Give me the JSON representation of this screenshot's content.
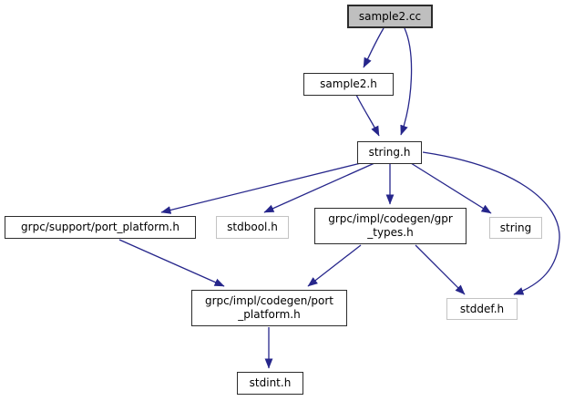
{
  "diagram_type": "include-dependency-graph",
  "colors": {
    "background": "#ffffff",
    "edge": "#26268b",
    "internal_node_border": "#2c2c2c",
    "external_node_border": "#c3c3c3",
    "current_node_fill": "#bfbfbf",
    "text": "#000000"
  },
  "nodes": [
    {
      "id": "sample2cc",
      "label": "sample2.cc",
      "type": "current"
    },
    {
      "id": "sample2h",
      "label": "sample2.h",
      "type": "internal"
    },
    {
      "id": "stringh",
      "label": "string.h",
      "type": "internal"
    },
    {
      "id": "grpc-support-port-platform",
      "label": "grpc/support/port_platform.h",
      "type": "internal"
    },
    {
      "id": "stdbool",
      "label": "stdbool.h",
      "type": "external"
    },
    {
      "id": "gpr-types",
      "label": "grpc/impl/codegen/gpr_types.h",
      "type": "internal",
      "lines": [
        "grpc/impl/codegen/gpr",
        "_types.h"
      ]
    },
    {
      "id": "string",
      "label": "string",
      "type": "external"
    },
    {
      "id": "stddef",
      "label": "stddef.h",
      "type": "external"
    },
    {
      "id": "codegen-port-platform",
      "label": "grpc/impl/codegen/port_platform.h",
      "type": "internal",
      "lines": [
        "grpc/impl/codegen/port",
        "_platform.h"
      ]
    },
    {
      "id": "stdint",
      "label": "stdint.h",
      "type": "internal"
    }
  ],
  "edges": [
    {
      "from": "sample2cc",
      "to": "sample2h"
    },
    {
      "from": "sample2cc",
      "to": "stringh"
    },
    {
      "from": "sample2h",
      "to": "stringh"
    },
    {
      "from": "stringh",
      "to": "grpc-support-port-platform"
    },
    {
      "from": "stringh",
      "to": "stdbool"
    },
    {
      "from": "stringh",
      "to": "gpr-types"
    },
    {
      "from": "stringh",
      "to": "string"
    },
    {
      "from": "stringh",
      "to": "stddef"
    },
    {
      "from": "grpc-support-port-platform",
      "to": "codegen-port-platform"
    },
    {
      "from": "gpr-types",
      "to": "codegen-port-platform"
    },
    {
      "from": "gpr-types",
      "to": "stddef"
    },
    {
      "from": "codegen-port-platform",
      "to": "stdint"
    }
  ]
}
